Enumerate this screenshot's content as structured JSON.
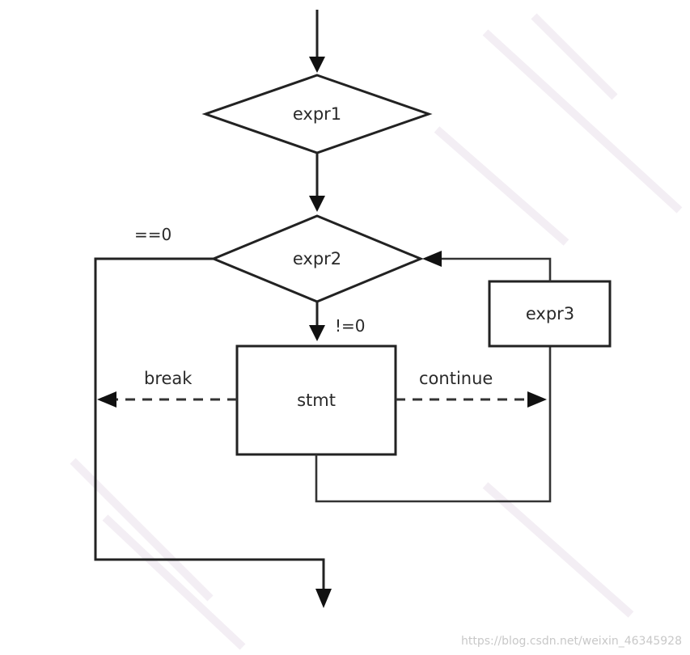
{
  "nodes": {
    "expr1": "expr1",
    "expr2": "expr2",
    "expr3": "expr3",
    "stmt": "stmt"
  },
  "edges": {
    "false_label": "==0",
    "true_label": "!=0",
    "break_label": "break",
    "continue_label": "continue"
  },
  "watermark": "https://blog.csdn.net/weixin_46345928",
  "colors": {
    "line": "#222222",
    "background": "#ffffff",
    "watermark": "#c8c8c8"
  }
}
